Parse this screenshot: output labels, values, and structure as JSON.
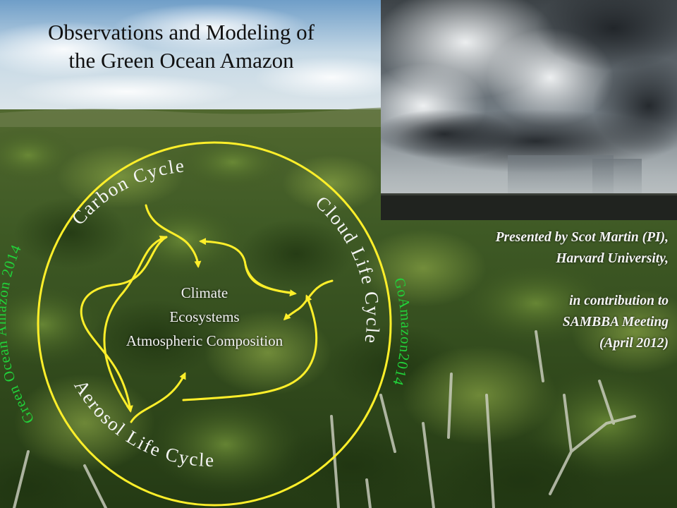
{
  "slide": {
    "title_line1": "Observations and Modeling of",
    "title_line2": "the Green Ocean Amazon"
  },
  "cycle_labels": {
    "carbon": "Carbon Cycle",
    "cloud": "Cloud Life Cycle",
    "aerosol": "Aerosol Life Cycle"
  },
  "side_labels": {
    "left": "Green Ocean Amazon 2014",
    "right": "GoAmazon2014"
  },
  "center": {
    "line1": "Climate",
    "line2": "Ecosystems",
    "line3": "Atmospheric Composition"
  },
  "credit": {
    "line1": "Presented by Scot Martin (PI),",
    "line2": "Harvard University,",
    "line3": "in contribution to",
    "line4": "SAMBBA Meeting",
    "line5": "(April 2012)"
  },
  "colors": {
    "ring_and_arrows": "#ffef2a",
    "side_label_green": "#22d13a",
    "cycle_label_text": "#f5f5f5"
  }
}
